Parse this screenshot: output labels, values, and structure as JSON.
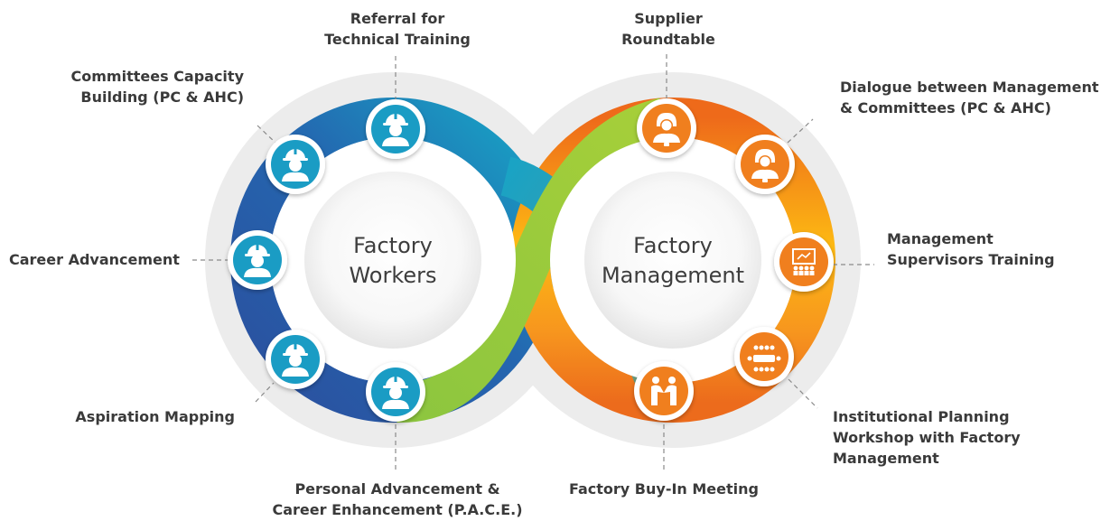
{
  "centers": {
    "workers": [
      "Factory",
      "Workers"
    ],
    "management": [
      "Factory",
      "Management"
    ]
  },
  "labels": {
    "referral": [
      "Referral for",
      "Technical Training"
    ],
    "committees": [
      "Committees Capacity",
      "Building (PC & AHC)"
    ],
    "career": [
      "Career Advancement"
    ],
    "aspiration": [
      "Aspiration Mapping"
    ],
    "pace": [
      "Personal Advancement &",
      "Career Enhancement (P.A.C.E.)"
    ],
    "supplier": [
      "Supplier",
      "Roundtable"
    ],
    "dialogue": [
      "Dialogue between Management",
      "& Committees (PC & AHC)"
    ],
    "supervisors": [
      "Management",
      "Supervisors Training"
    ],
    "institutional": [
      "Institutional Planning",
      "Workshop with Factory",
      "Management"
    ],
    "buyin": [
      "Factory Buy-In Meeting"
    ]
  },
  "icons": {
    "referral": "worker-hardhat-icon",
    "committees": "worker-hardhat-icon",
    "career": "worker-hardhat-icon",
    "aspiration": "worker-hardhat-icon",
    "pace": "worker-hardhat-icon",
    "supplier": "manager-person-icon",
    "dialogue": "manager-person-icon",
    "supervisors": "presentation-training-icon",
    "institutional": "meeting-table-icon",
    "buyin": "handshake-icon"
  },
  "colors": {
    "workers_ring_dark": "#2d5aa6",
    "workers_ring_light": "#1aa3c4",
    "link_green": "#8dc63f",
    "management_ring_orange": "#ee7d1c",
    "management_ring_yellow": "#fdb913",
    "worker_icon_bg": "#1a9cc4",
    "management_icon_bg": "#f07f1e",
    "halo": "#ececec",
    "text": "#3a3a3a"
  }
}
